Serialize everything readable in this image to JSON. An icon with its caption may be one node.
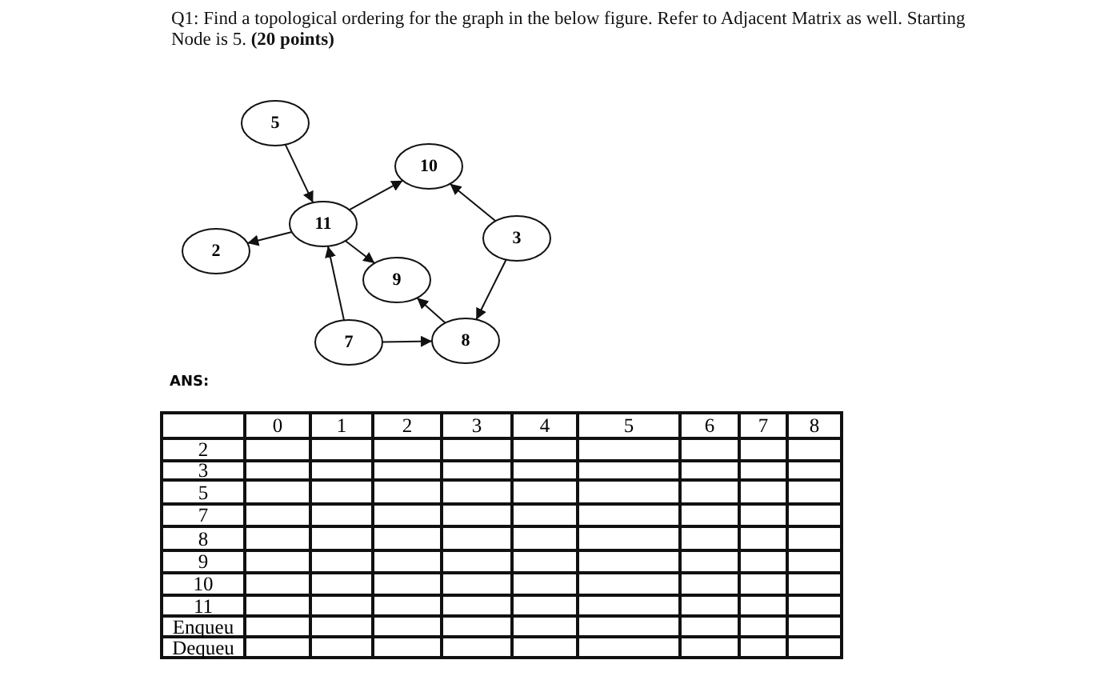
{
  "diagram": {
    "title": "Q1:   Find a topological ordering for the graph in the below figure. Refer to Adjacent Matrix as well. Starting Node is 5. **(20 points)**",
    "nodes": [
      {
        "text": [
          "5"
        ]
      },
      {
        "text": [
          "10"
        ]
      },
      {
        "text": [
          "11"
        ]
      },
      {
        "text": [
          "3"
        ]
      },
      {
        "text": [
          "2"
        ]
      },
      {
        "text": [
          "9"
        ]
      },
      {
        "text": [
          "7"
        ]
      },
      {
        "text": [
          "8"
        ]
      }
    ],
    "edges": [
      {
        "from": 0,
        "to": 2,
        "arrow": "to"
      },
      {
        "from": 2,
        "to": 1,
        "arrow": "to"
      },
      {
        "from": 2,
        "to": 4,
        "arrow": "to"
      },
      {
        "from": 3,
        "to": 1,
        "arrow": "to"
      },
      {
        "from": 2,
        "to": 5,
        "arrow": "to"
      },
      {
        "from": 3,
        "to": 7,
        "arrow": "to"
      },
      {
        "from": 6,
        "to": 2,
        "arrow": "to"
      },
      {
        "from": 6,
        "to": 7,
        "arrow": "to"
      },
      {
        "from": 7,
        "to": 5,
        "arrow": "to"
      }
    ],
    "labels": [
      "ANS:",
      "0",
      "1",
      "2",
      "3",
      "4",
      "5",
      "6",
      "7",
      "8",
      "2",
      "3",
      "5",
      "7",
      "8",
      "9",
      "10",
      "11",
      "Enqueu",
      "Dequeu"
    ]
  }
}
